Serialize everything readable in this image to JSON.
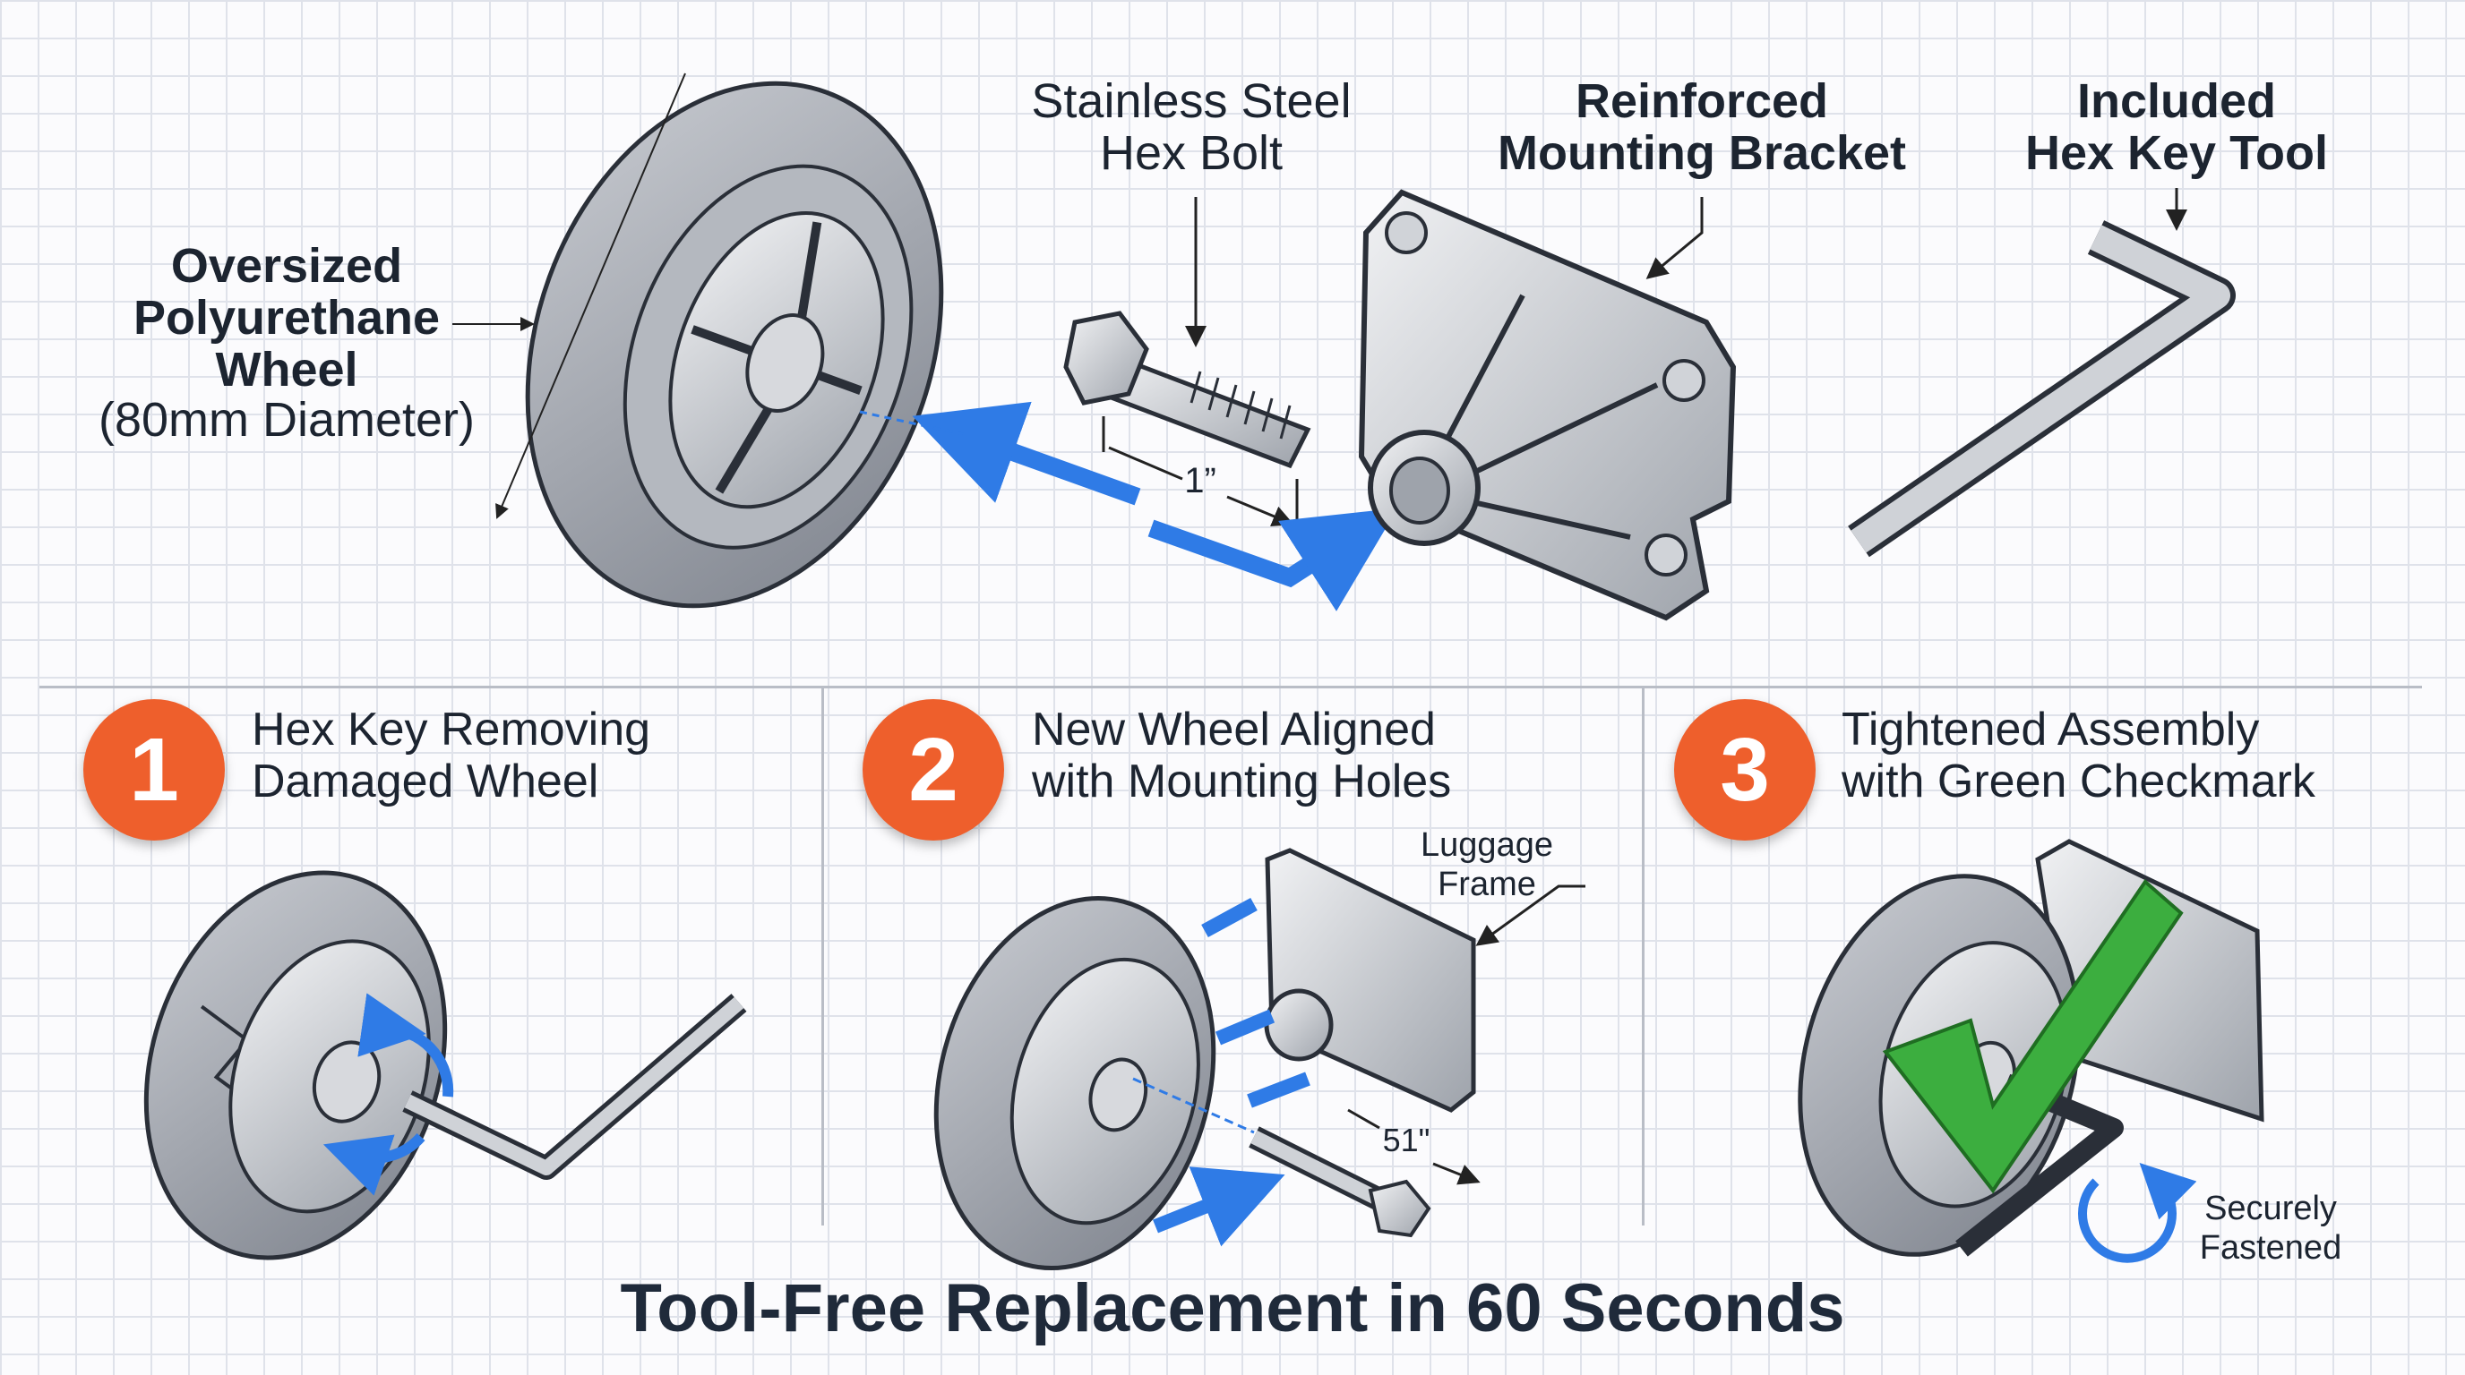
{
  "labels": {
    "wheel": [
      "Oversized",
      "Polyurethane",
      "Wheel"
    ],
    "wheel_diameter": "(80mm Diameter)",
    "bolt": [
      "Stainless Steel",
      "Hex Bolt"
    ],
    "bracket": [
      "Reinforced",
      "Mounting Bracket"
    ],
    "hex_key": [
      "Included",
      "Hex Key Tool"
    ],
    "bolt_length": "1”",
    "luggage_frame": [
      "Luggage",
      "Frame"
    ],
    "step2_length": "51\"",
    "secured": [
      "Securely",
      "Fastened"
    ]
  },
  "steps": [
    {
      "number": "1",
      "lines": [
        "Hex Key Removing",
        "Damaged Wheel"
      ]
    },
    {
      "number": "2",
      "lines": [
        "New Wheel Aligned",
        "with Mounting Holes"
      ]
    },
    {
      "number": "3",
      "lines": [
        "Tightened Assembly",
        "with Green Checkmark"
      ]
    }
  ],
  "title": "Tool-Free Replacement in 60 Seconds",
  "colors": {
    "step_circle": "#ee5f2c",
    "arrow": "#2f7be6",
    "check": "#3cae3f",
    "text": "#1c2430"
  }
}
